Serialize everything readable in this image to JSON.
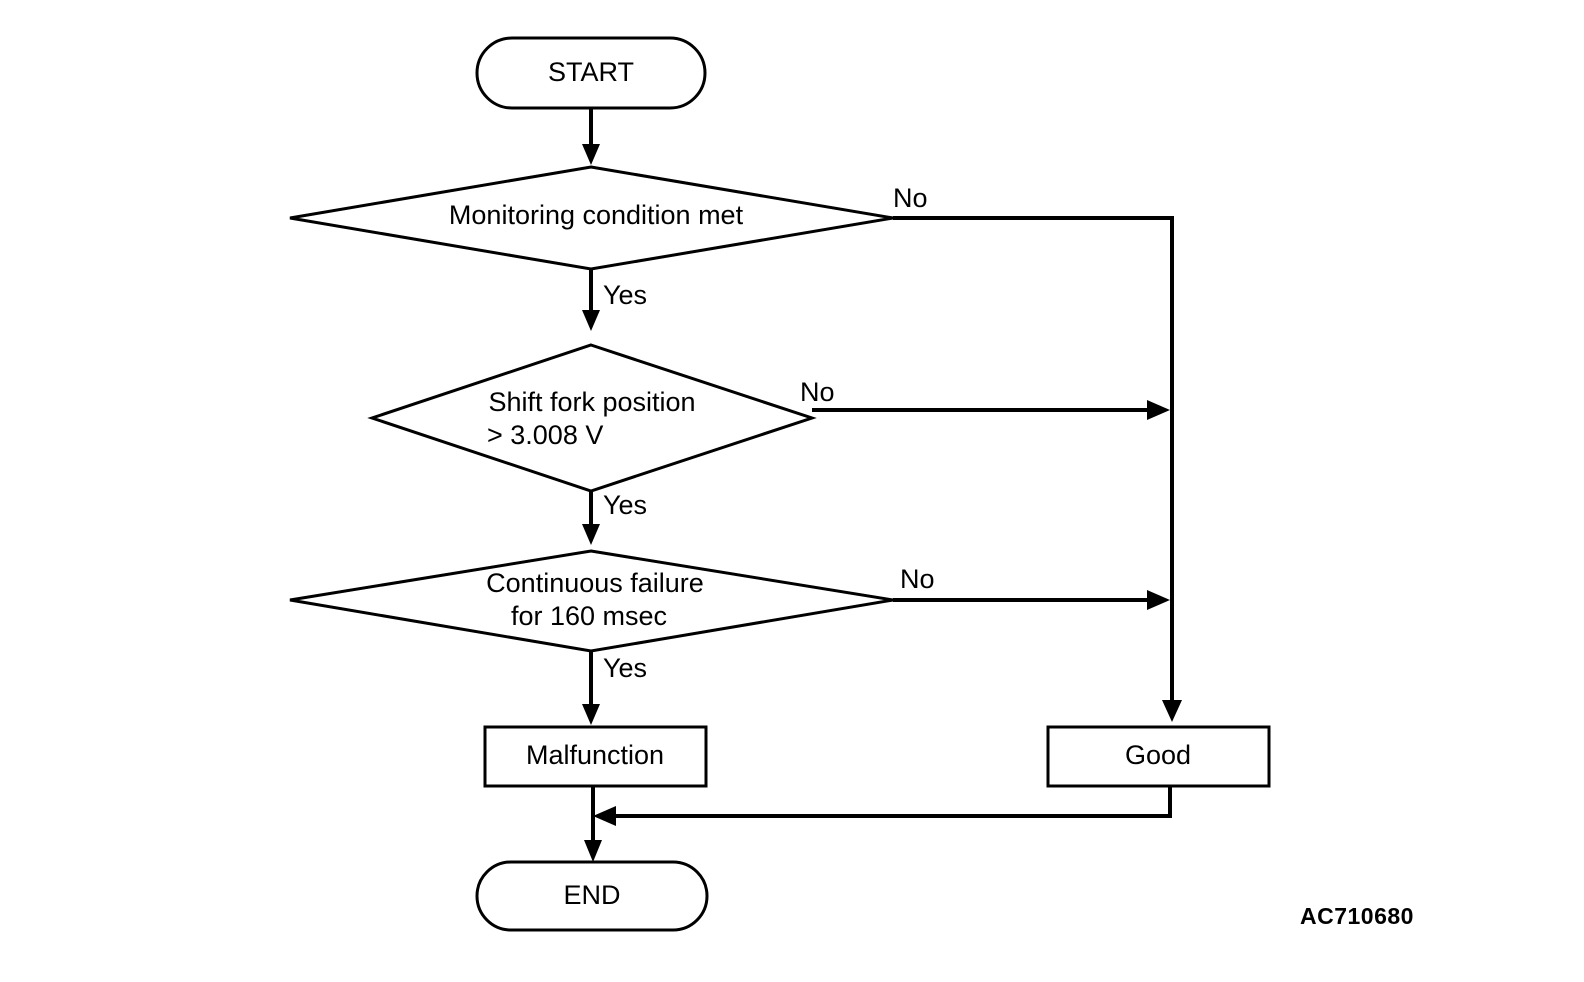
{
  "diagram": {
    "type": "flowchart",
    "figure_code": "AC710680",
    "nodes": [
      {
        "id": "start",
        "shape": "terminator",
        "label": "START"
      },
      {
        "id": "decision1",
        "shape": "decision",
        "label_line1": "Monitoring condition met",
        "label_line2": ""
      },
      {
        "id": "decision2",
        "shape": "decision",
        "label_line1": "Shift fork position",
        "label_line2": "> 3.008 V"
      },
      {
        "id": "decision3",
        "shape": "decision",
        "label_line1": "Continuous failure",
        "label_line2": "for 160 msec"
      },
      {
        "id": "malfunction",
        "shape": "process",
        "label": "Malfunction"
      },
      {
        "id": "good",
        "shape": "process",
        "label": "Good"
      },
      {
        "id": "end",
        "shape": "terminator",
        "label": "END"
      }
    ],
    "branch_labels": {
      "d1_yes": "Yes",
      "d1_no": "No",
      "d2_yes": "Yes",
      "d2_no": "No",
      "d3_yes": "Yes",
      "d3_no": "No"
    },
    "colors": {
      "stroke": "#000000",
      "fill": "#ffffff",
      "text": "#000000"
    }
  }
}
